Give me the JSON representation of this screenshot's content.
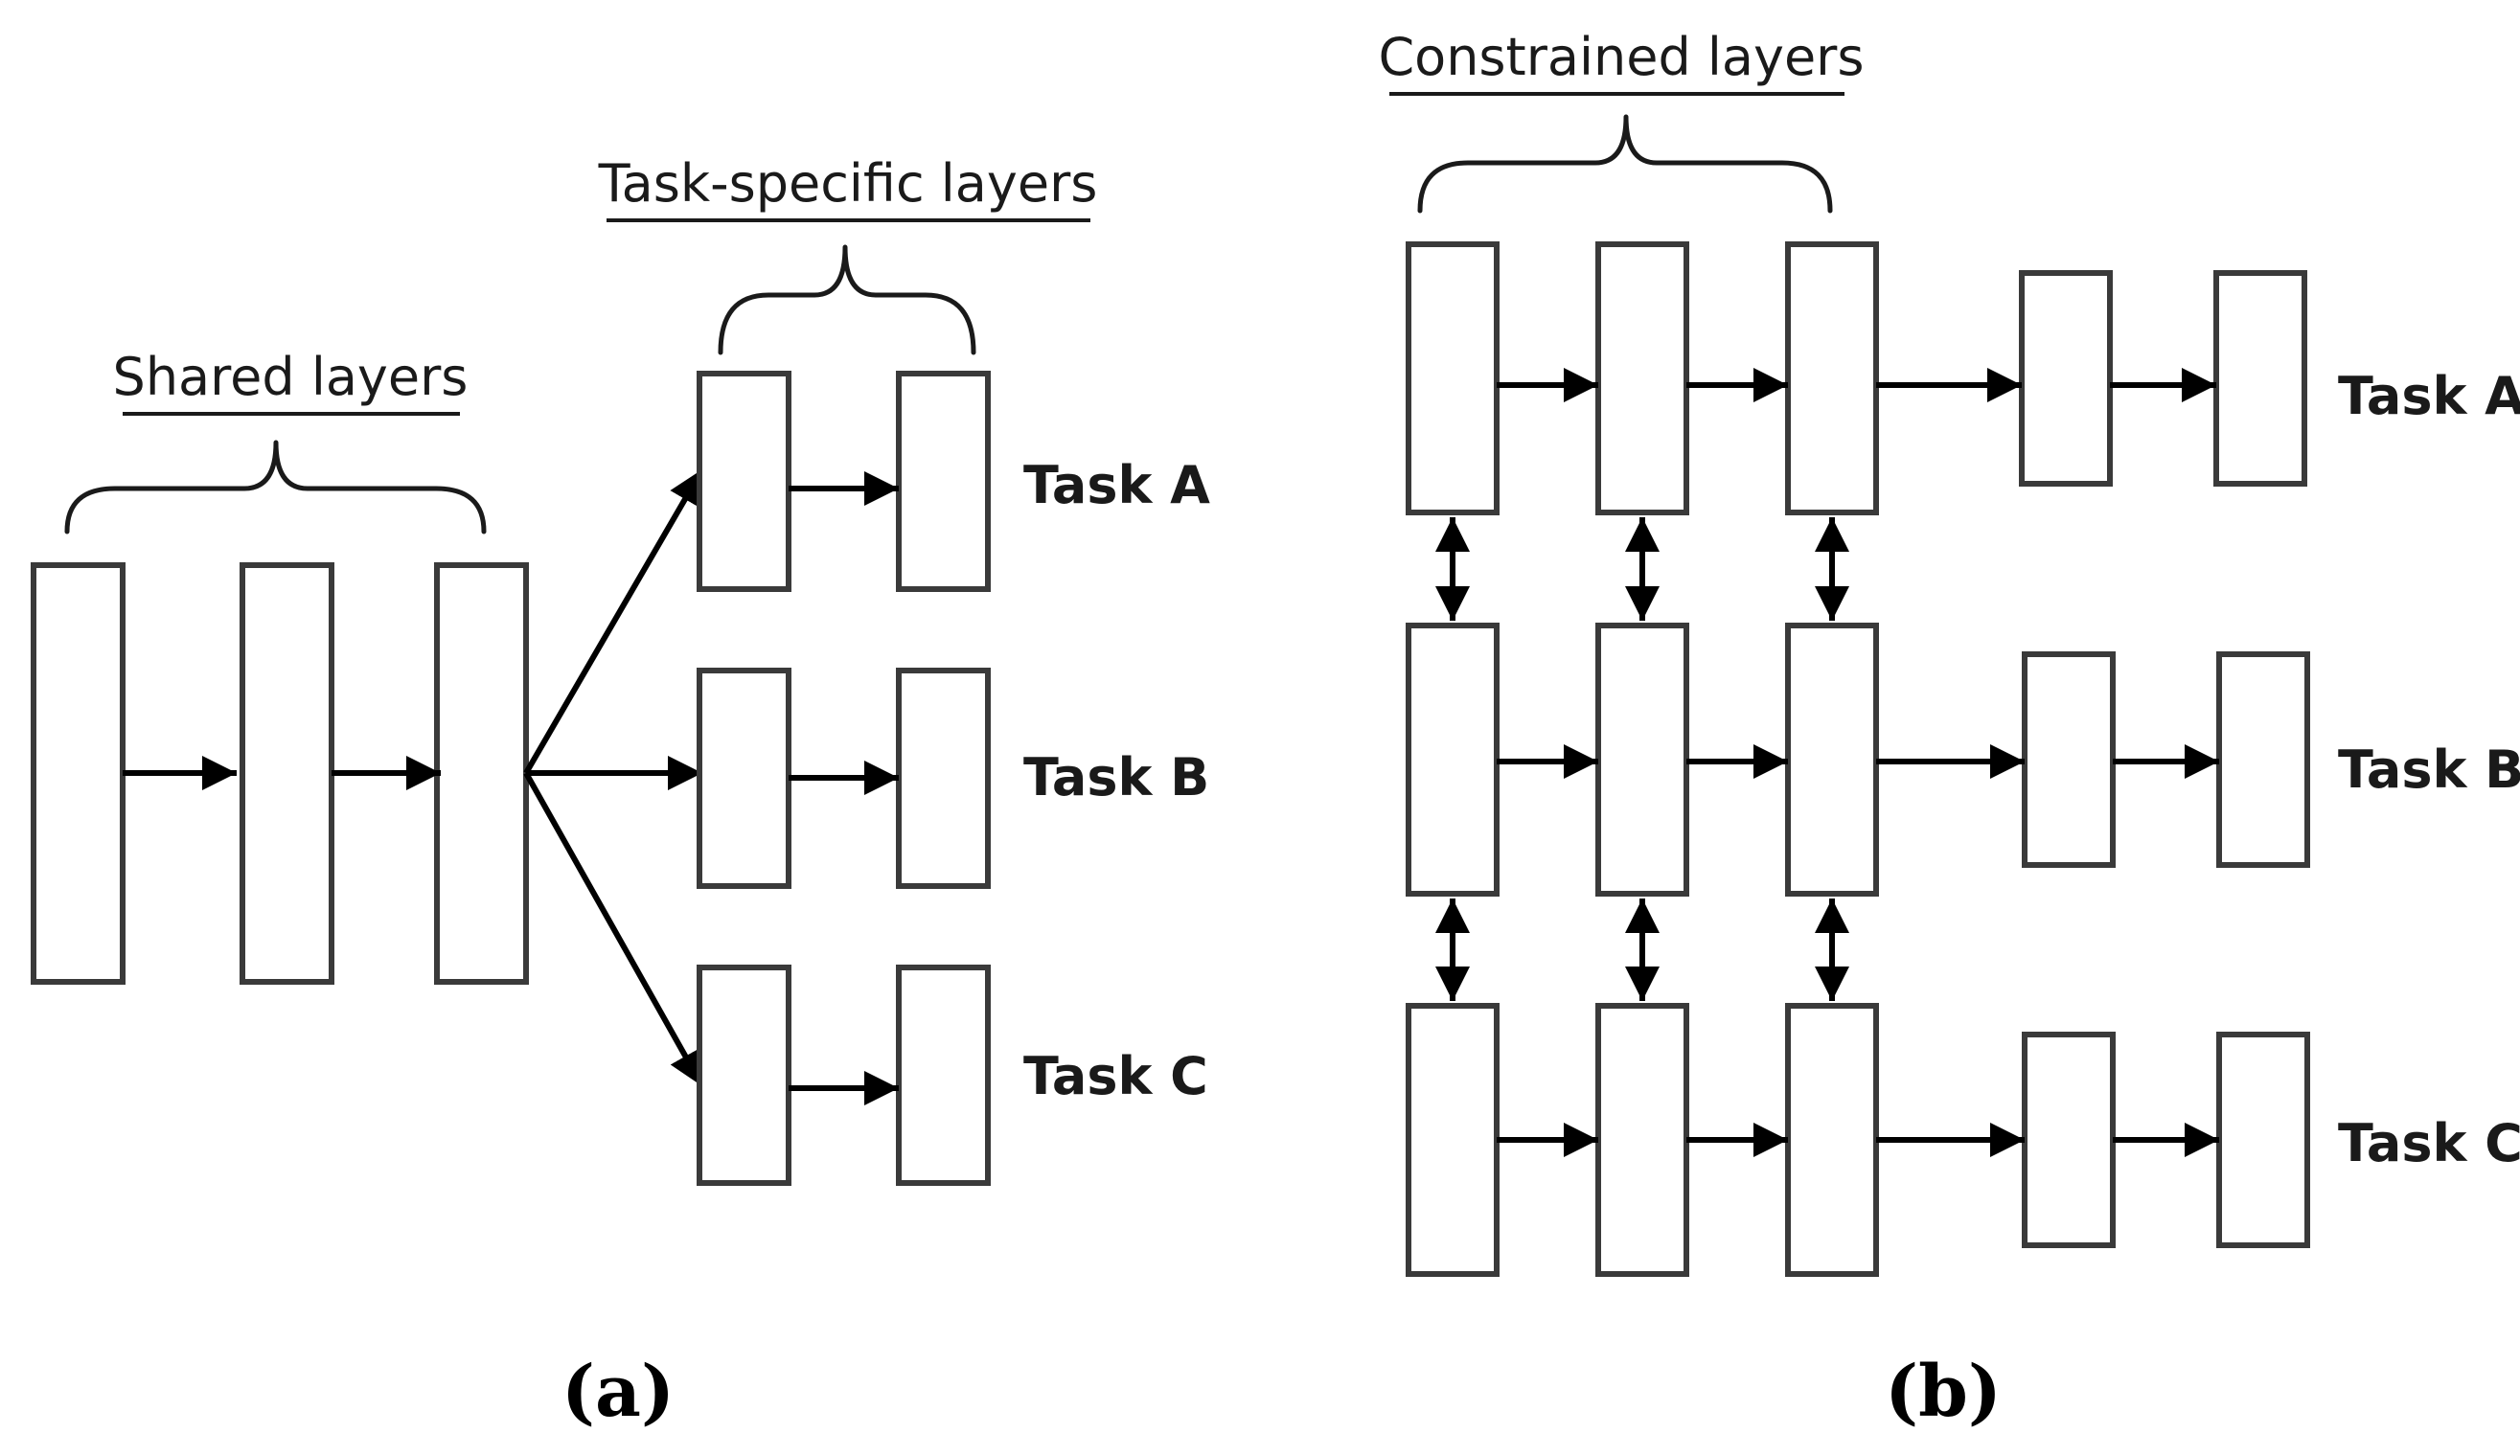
{
  "panel_a": {
    "caption": "(a)",
    "shared_label": "Shared layers",
    "task_specific_label": "Task-specific layers",
    "tasks": [
      "Task A",
      "Task B",
      "Task C"
    ]
  },
  "panel_b": {
    "caption": "(b)",
    "constrained_label": "Constrained layers",
    "tasks": [
      "Task A",
      "Task B",
      "Task C"
    ]
  }
}
